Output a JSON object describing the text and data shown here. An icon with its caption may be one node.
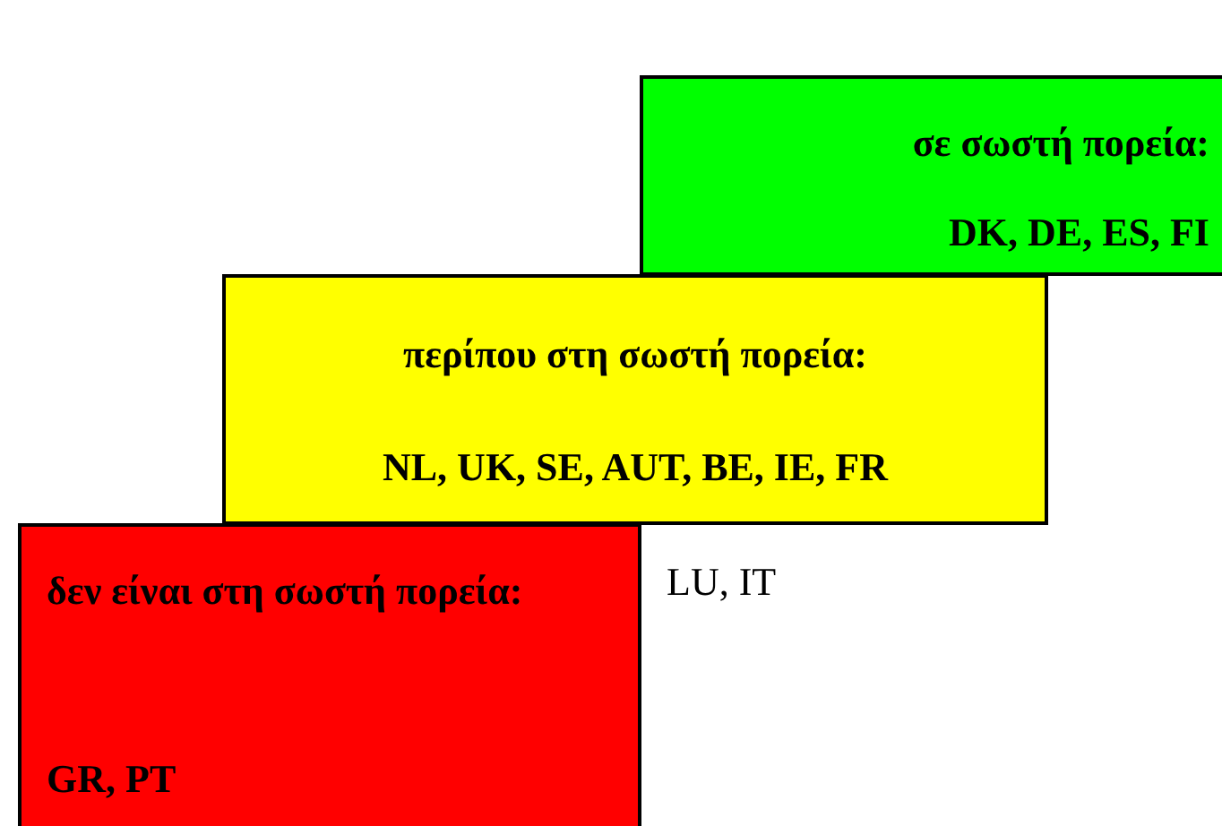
{
  "diagram": {
    "nodes": [
      {
        "text": [
          "σε σωστή πορεία:",
          "DK, DE, ES, FI"
        ]
      },
      {
        "text": [
          "περίπου στη σωστή πορεία:",
          "NL, UK, SE, AUT, BE, IE, FR"
        ]
      },
      {
        "text": [
          "δεν είναι στη σωστή πορεία:",
          "GR, PT"
        ]
      }
    ],
    "labels": [
      "LU, IT"
    ]
  }
}
